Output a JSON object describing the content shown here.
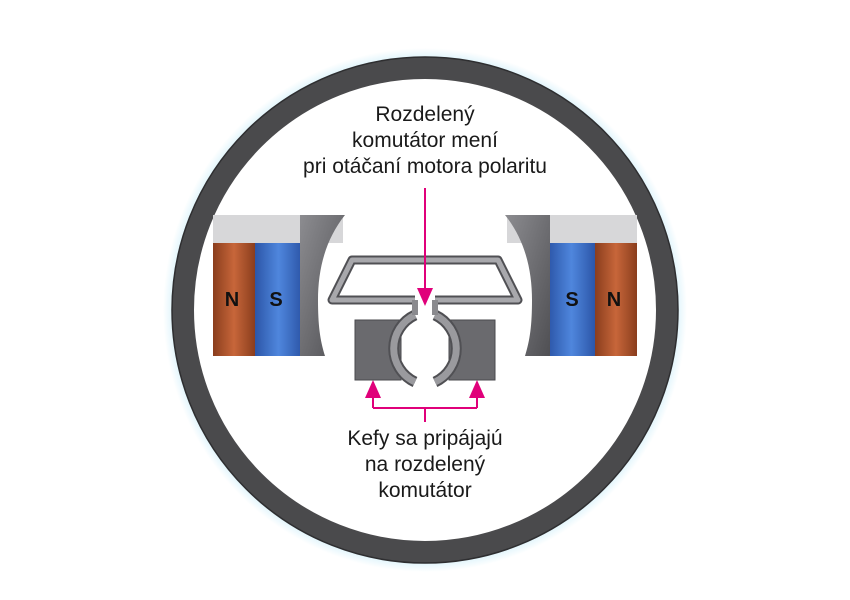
{
  "diagram": {
    "top_caption": [
      "Rozdelený",
      "komutátor mení",
      "pri otáčaní motora polaritu"
    ],
    "bottom_caption": [
      "Kefy sa pripájajú",
      "na rozdelený",
      "komutátor"
    ],
    "left_magnet": {
      "outer_pole": "N",
      "inner_pole": "S"
    },
    "right_magnet": {
      "inner_pole": "S",
      "outer_pole": "N"
    }
  },
  "colors": {
    "ring": "#4a4a4c",
    "ring_glow": "#7fd3f0",
    "north_pole": "#b0532b",
    "south_pole": "#3a6bc4",
    "pole_piece": "#6e6e72",
    "brush": "#6a6a6e",
    "wire": "#808084",
    "arrow": "#e0007a"
  }
}
